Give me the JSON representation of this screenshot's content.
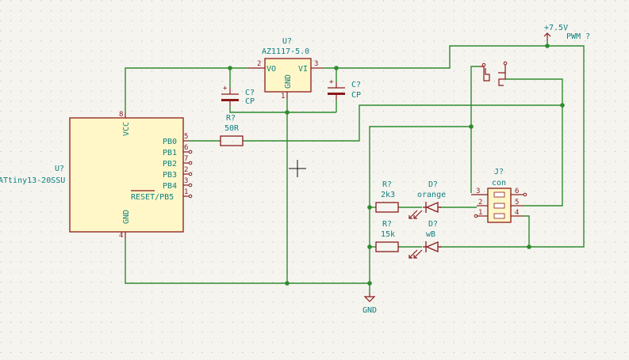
{
  "power": {
    "vplus": "+7.5V",
    "pwm": "PWM ?",
    "gnd": "GND"
  },
  "u_reg": {
    "ref": "U?",
    "value": "AZ1117-5.0",
    "pin_vo": "VO",
    "pin_vi": "VI",
    "pin_gnd": "GND",
    "num_vo": "2",
    "num_vi": "3",
    "num_gnd": "1"
  },
  "c1": {
    "ref": "C?",
    "value": "CP",
    "plus": "+"
  },
  "c2": {
    "ref": "C?",
    "value": "CP",
    "plus": "+"
  },
  "r_50": {
    "ref": "R?",
    "value": "50R"
  },
  "r_2k3": {
    "ref": "R?",
    "value": "2k3"
  },
  "r_15k": {
    "ref": "R?",
    "value": "15k"
  },
  "u_mcu": {
    "ref": "U?",
    "value": "ATtiny13-20SSU",
    "vcc": "VCC",
    "gnd": "GND",
    "vcc_num": "8",
    "gnd_num": "4",
    "pins": [
      {
        "name": "PB0",
        "num": "5"
      },
      {
        "name": "PB1",
        "num": "6"
      },
      {
        "name": "PB2",
        "num": "7"
      },
      {
        "name": "PB3",
        "num": "2"
      },
      {
        "name": "PB4",
        "num": "3"
      },
      {
        "name": "RESET/PB5",
        "num": "1"
      }
    ]
  },
  "d_orange": {
    "ref": "D?",
    "value": "orange"
  },
  "d_white": {
    "ref": "D?",
    "value": "wB"
  },
  "j_con": {
    "ref": "J?",
    "value": "con",
    "nums": [
      "3",
      "6",
      "2",
      "5",
      "1",
      "4"
    ]
  }
}
